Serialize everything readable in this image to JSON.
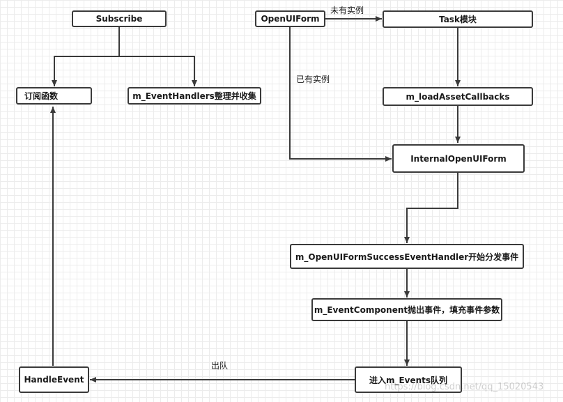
{
  "nodes": {
    "subscribe": "Subscribe",
    "subscribe_func": "订阅函数",
    "event_handlers": "m_EventHandlers整理并收集",
    "open_ui_form": "OpenUIForm",
    "task_module": "Task模块",
    "load_asset_callbacks": "m_loadAssetCallbacks",
    "internal_open_ui_form": "InternalOpenUIForm",
    "success_event_handler": "m_OpenUIFormSuccessEventHandler开始分发事件",
    "event_component": "m_EventComponent抛出事件，填充事件参数",
    "enqueue_events": "进入m_Events队列",
    "handle_event": "HandleEvent"
  },
  "edge_labels": {
    "no_instance": "未有实例",
    "has_instance": "已有实例",
    "dequeue": "出队"
  },
  "watermark": "https://blog.csdn.net/qq_15020543",
  "colors": {
    "line": "#3a3a3a",
    "grid": "#ececec"
  }
}
